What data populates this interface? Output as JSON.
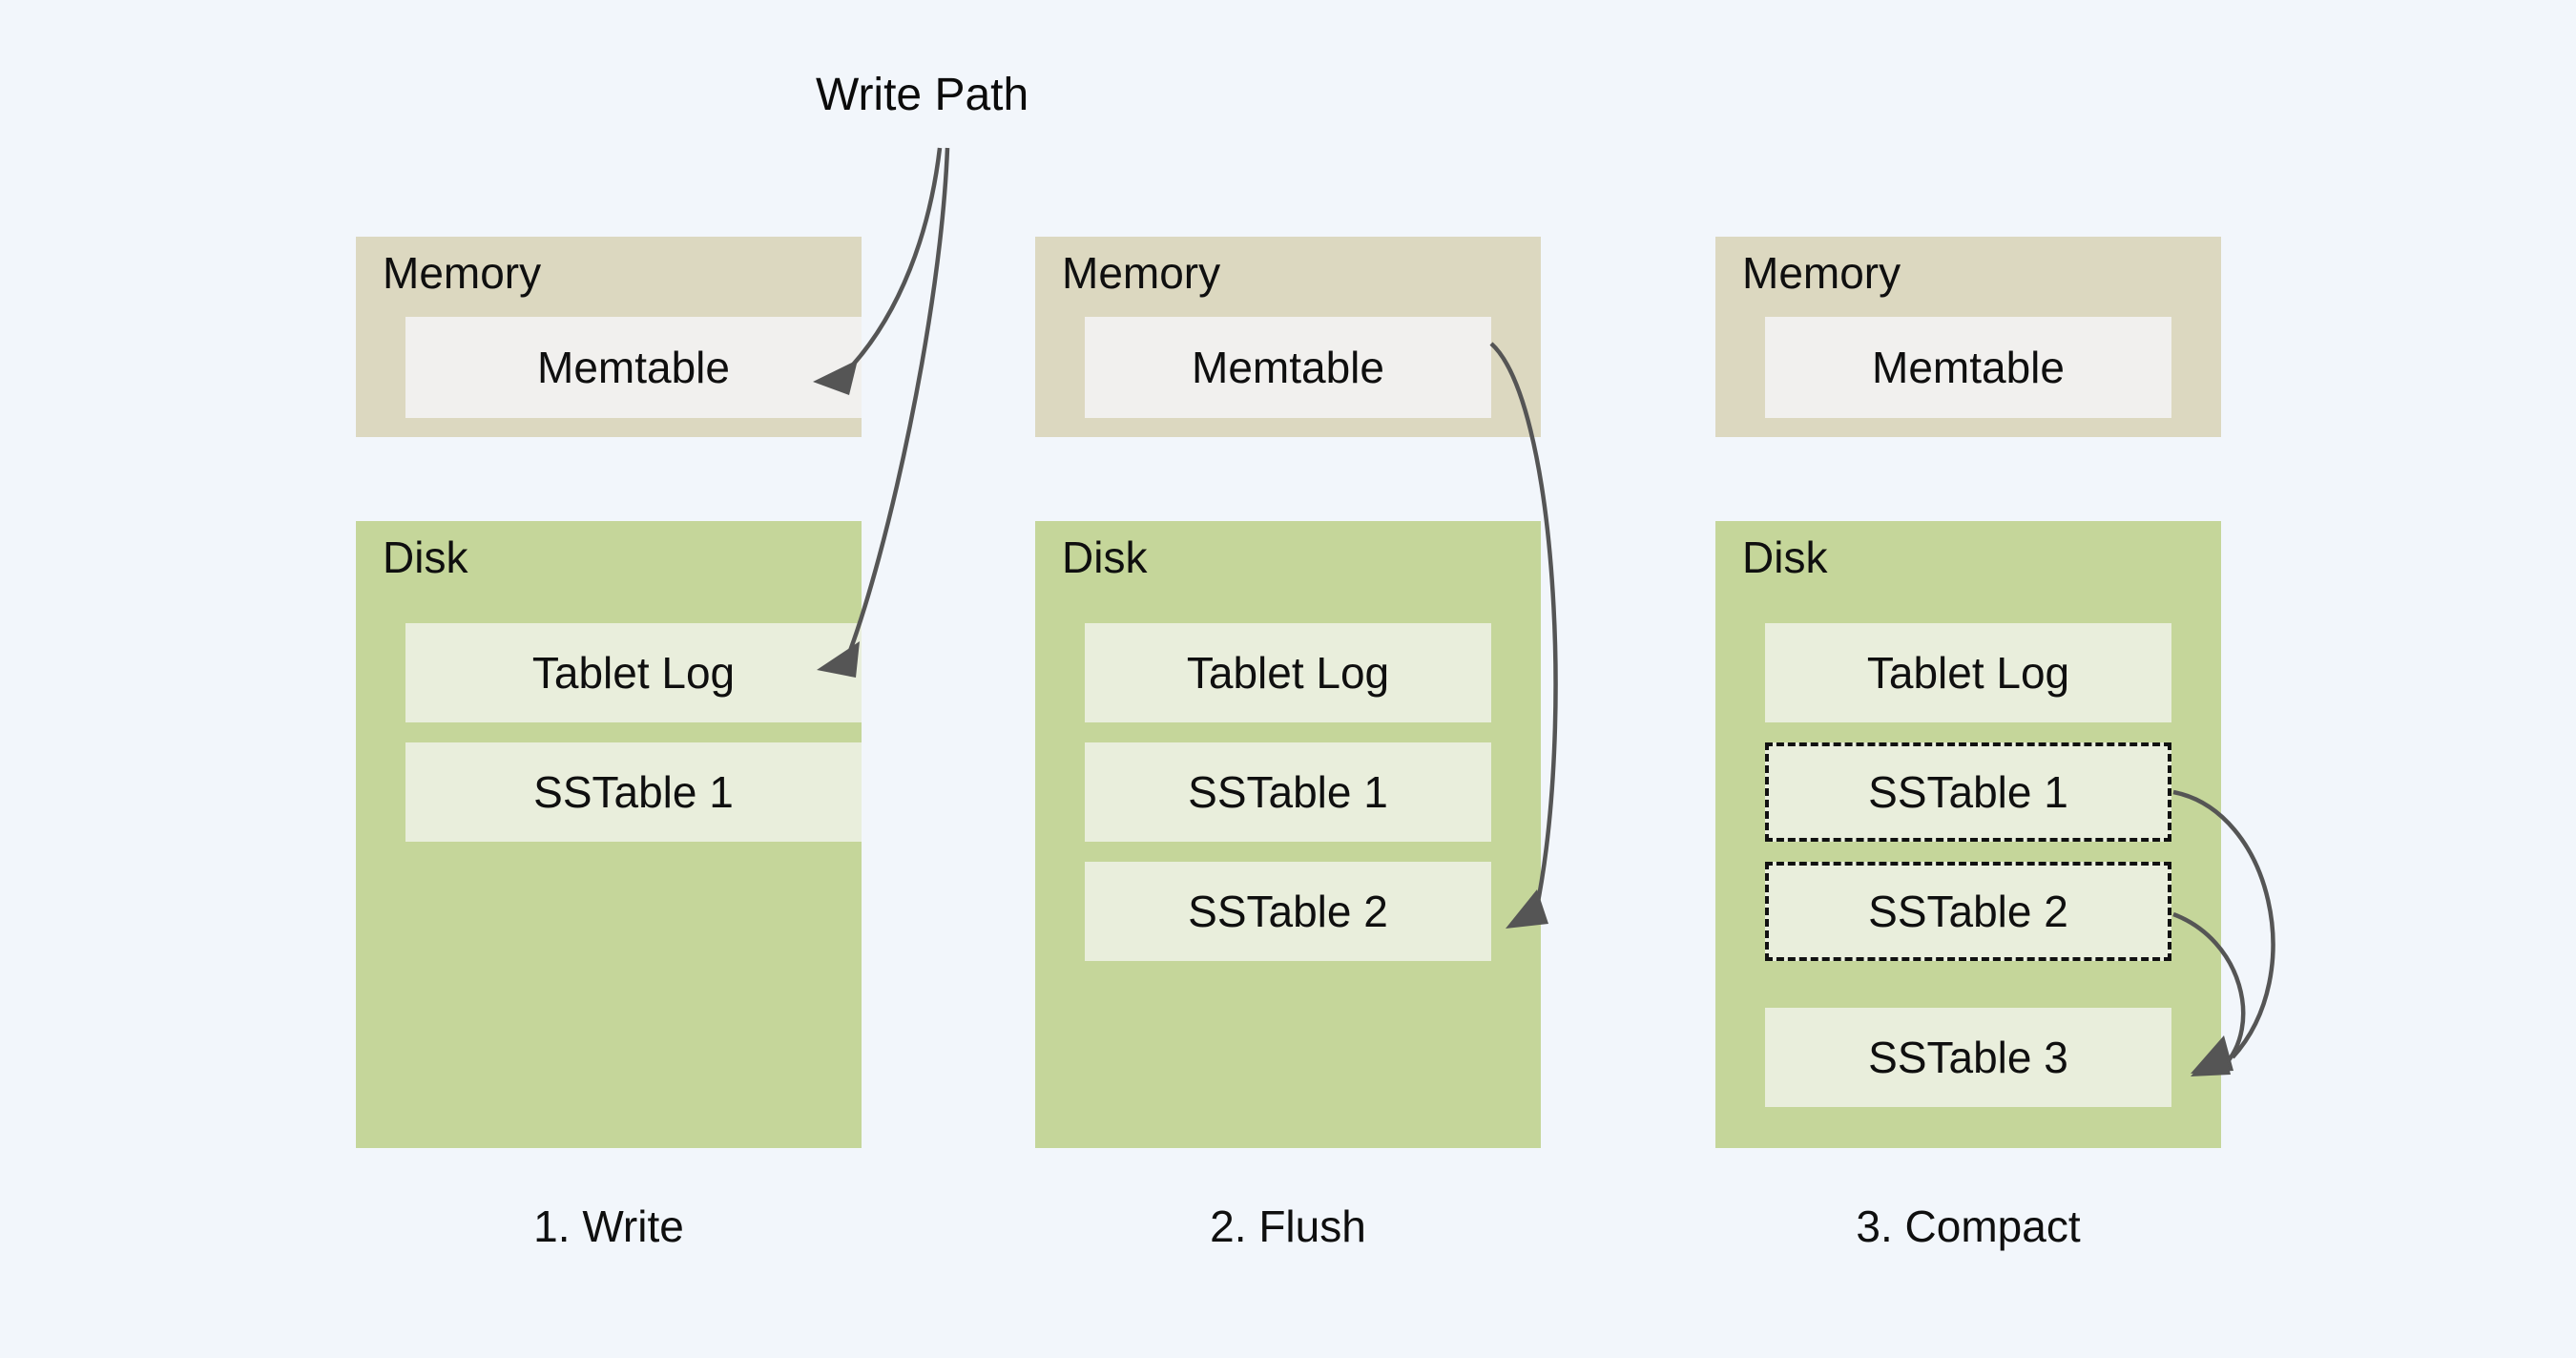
{
  "diagram": {
    "title": "Write Path",
    "background_color": "#f2f6fb",
    "memory_color": "#dcd8c0",
    "disk_color": "#c5d69a",
    "memtable_color": "#f1f0ee",
    "disk_item_color": "#e9eedc",
    "arrow_color": "#555555",
    "dashed_border_color": "#111111"
  },
  "panels": [
    {
      "step_label": "1. Write",
      "memory": {
        "label": "Memory",
        "items": [
          {
            "label": "Memtable",
            "dashed": false
          }
        ]
      },
      "disk": {
        "label": "Disk",
        "items": [
          {
            "label": "Tablet Log",
            "dashed": false
          },
          {
            "label": "SSTable 1",
            "dashed": false
          }
        ]
      }
    },
    {
      "step_label": "2. Flush",
      "memory": {
        "label": "Memory",
        "items": [
          {
            "label": "Memtable",
            "dashed": false
          }
        ]
      },
      "disk": {
        "label": "Disk",
        "items": [
          {
            "label": "Tablet Log",
            "dashed": false
          },
          {
            "label": "SSTable 1",
            "dashed": false
          },
          {
            "label": "SSTable 2",
            "dashed": false
          }
        ]
      }
    },
    {
      "step_label": "3. Compact",
      "memory": {
        "label": "Memory",
        "items": [
          {
            "label": "Memtable",
            "dashed": false
          }
        ]
      },
      "disk": {
        "label": "Disk",
        "items": [
          {
            "label": "Tablet Log",
            "dashed": false
          },
          {
            "label": "SSTable 1",
            "dashed": true
          },
          {
            "label": "SSTable 2",
            "dashed": true
          },
          {
            "label": "SSTable 3",
            "dashed": false
          }
        ]
      }
    }
  ],
  "arrows": [
    {
      "name": "write-to-memtable",
      "from": "Write Path",
      "to": "Memtable (panel 1)"
    },
    {
      "name": "write-to-tablet-log",
      "from": "Write Path",
      "to": "Tablet Log (panel 1)"
    },
    {
      "name": "flush-memtable-to-sstable2",
      "from": "Memtable (panel 2)",
      "to": "SSTable 2 (panel 2)"
    },
    {
      "name": "compact-sstable1-to-sstable3",
      "from": "SSTable 1 (panel 3)",
      "to": "SSTable 3 (panel 3)"
    },
    {
      "name": "compact-sstable2-to-sstable3",
      "from": "SSTable 2 (panel 3)",
      "to": "SSTable 3 (panel 3)"
    }
  ]
}
